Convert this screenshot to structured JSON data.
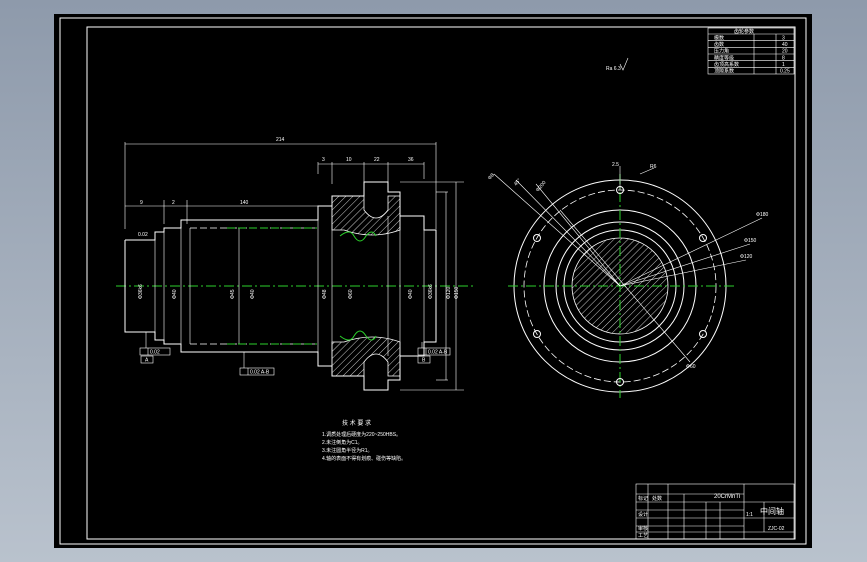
{
  "table_title": "齿轮参数",
  "params": [
    {
      "label": "模数",
      "value": "3"
    },
    {
      "label": "齿数",
      "value": "40"
    },
    {
      "label": "压力角",
      "value": "20"
    },
    {
      "label": "精度等级",
      "value": "8"
    },
    {
      "label": "齿顶高系数",
      "value": "1"
    },
    {
      "label": "顶隙系数",
      "value": "0.25"
    }
  ],
  "roughness_note": "Ra 6.3",
  "dims_top": {
    "overall": "214",
    "d2": "3",
    "d10": "10",
    "d22": "22",
    "d36": "36",
    "d9": "9",
    "d2b": "2",
    "d140": "140"
  },
  "dims_vertical": [
    "Φ36k6",
    "Φ40",
    "Φ45",
    "Φ40",
    "Φ48",
    "Φ60",
    "Φ40",
    "Φ36k6",
    "Φ120",
    "Φ150"
  ],
  "dims_angles": [
    "Φ8",
    "45°",
    "Φ200",
    "2.5",
    "R6"
  ],
  "dims_side": [
    "Φ180",
    "Φ150",
    "Φ120",
    "Φ60"
  ],
  "tolerances": [
    "0.02",
    "0.02 A-B",
    "0.02 A-B",
    "0.02"
  ],
  "datums": [
    "A",
    "B"
  ],
  "tech_title": "技 术 要 求",
  "tech_reqs": [
    "1.调质处理后硬度为220~250HBS。",
    "2.未注倒角为C1。",
    "3.未注圆角半径为R1。",
    "4.轴的表面不得有划痕、碰伤等缺陷。"
  ],
  "title_block": {
    "material": "20CrMnTi",
    "part_name": "中间轴",
    "scale": "1:1",
    "drawing_no": "ZJC-02",
    "rows": [
      "标记",
      "处数",
      "设计",
      "审核",
      "工艺"
    ]
  },
  "colors": {
    "background": "#000000",
    "lines": "#ffffff",
    "centerline": "#2bd12b"
  }
}
